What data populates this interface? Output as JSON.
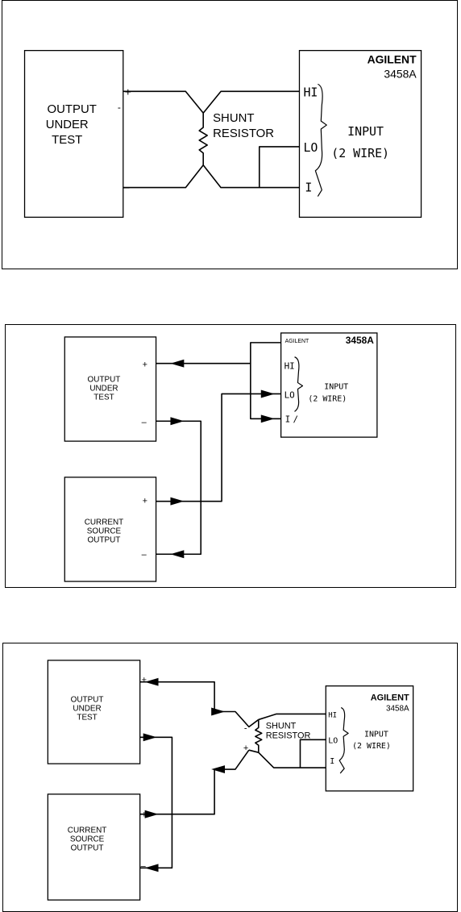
{
  "diagrams": [
    {
      "output_box": {
        "lines": [
          "OUTPUT",
          "UNDER",
          "TEST"
        ],
        "plus": "+",
        "dot": "-",
        "minus": "–"
      },
      "shunt": {
        "lines": [
          "SHUNT",
          "RESISTOR"
        ]
      },
      "meter": {
        "brand": "AGILENT",
        "model": "3458A",
        "hi": "HI",
        "lo": "LO",
        "i": "I",
        "input_lines": [
          "INPUT",
          "(2 WIRE)"
        ]
      }
    },
    {
      "output_box": {
        "lines": [
          "OUTPUT",
          "UNDER",
          "TEST"
        ],
        "plus": "+",
        "minus": "–"
      },
      "current_source": {
        "lines": [
          "CURRENT",
          "SOURCE",
          "OUTPUT"
        ],
        "plus": "+",
        "minus": "–"
      },
      "meter": {
        "brand": "AGILENT",
        "model": "3458A",
        "hi": "HI",
        "lo": "LO",
        "i": "I",
        "slash": "/",
        "input_lines": [
          "INPUT",
          "(2 WIRE)"
        ]
      }
    },
    {
      "output_box": {
        "lines": [
          "OUTPUT",
          "UNDER",
          "TEST"
        ],
        "plus": "+",
        "minus": "–"
      },
      "current_source": {
        "lines": [
          "CURRENT",
          "SOURCE",
          "OUTPUT"
        ],
        "plus": "+",
        "minus": "–"
      },
      "shunt": {
        "lines": [
          "SHUNT",
          "RESISTOR"
        ],
        "minus": "-",
        "plus": "+"
      },
      "meter": {
        "brand": "AGILENT",
        "model": "3458A",
        "hi": "HI",
        "lo": "LO",
        "i": "I",
        "input_lines": [
          "INPUT",
          "(2 WIRE)"
        ]
      }
    }
  ]
}
